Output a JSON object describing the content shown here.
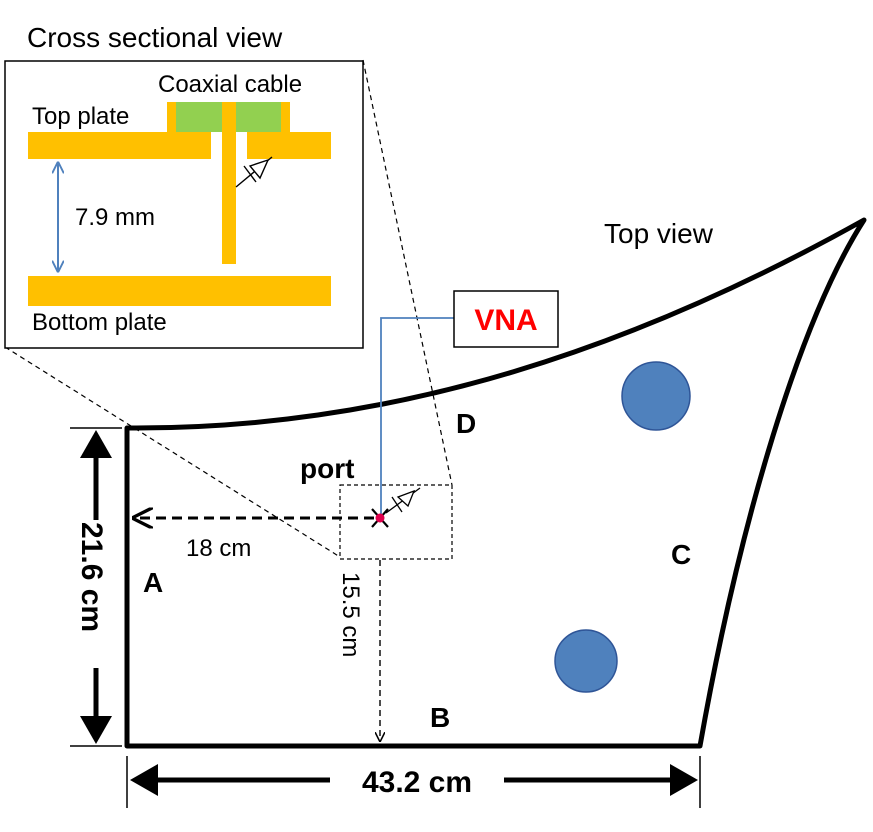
{
  "labels": {
    "cross_section_title": "Cross sectional view",
    "coaxial_cable": "Coaxial cable",
    "top_plate": "Top plate",
    "bottom_plate": "Bottom plate",
    "gap": "7.9 mm",
    "top_view": "Top view",
    "vna": "VNA",
    "port": "port",
    "side_a": "A",
    "side_b": "B",
    "side_c": "C",
    "side_d": "D",
    "dim_height": "21.6 cm",
    "dim_width": "43.2 cm",
    "dim_port_x": "18 cm",
    "dim_port_y": "15.5 cm"
  },
  "colors": {
    "plate": "#FFC000",
    "cable_dielectric": "#92D050",
    "vna_text": "#FF0000",
    "gap_arrow": "#4F81BD",
    "circle_fill": "#4F81BD",
    "circle_stroke": "#2F5597",
    "port_dot": "#E0004D"
  }
}
